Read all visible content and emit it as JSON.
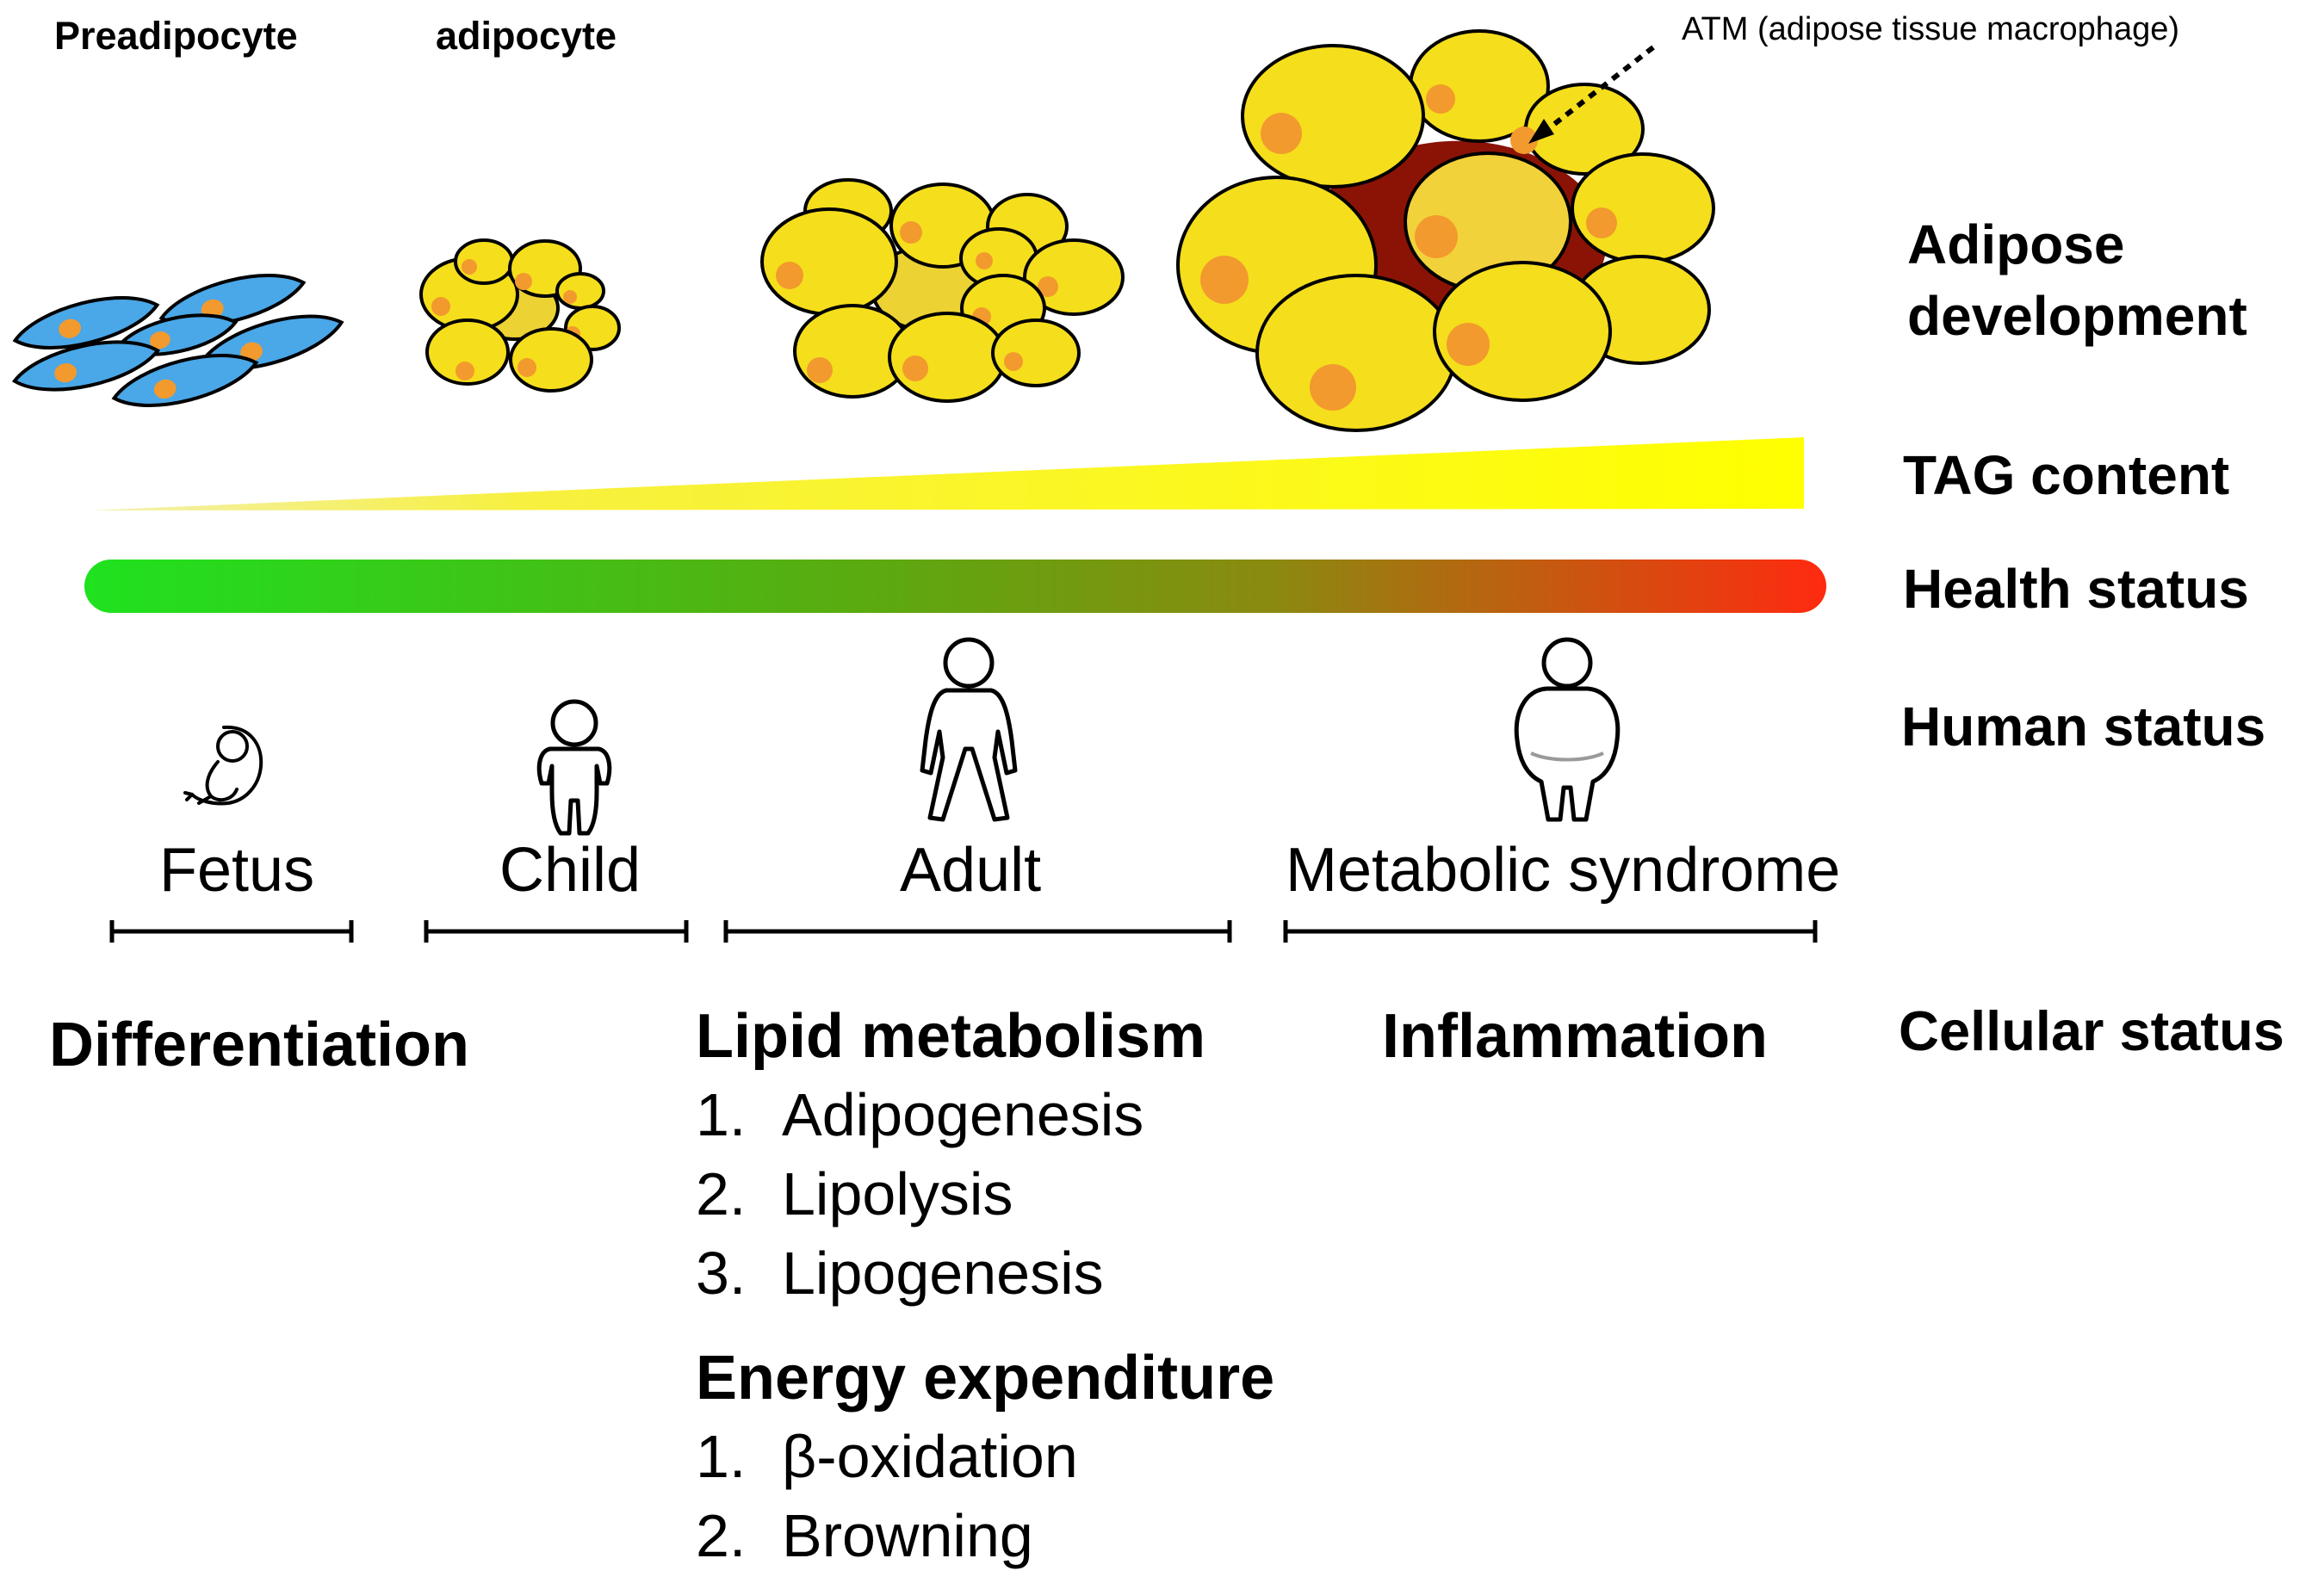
{
  "labels": {
    "preadipocyte": "Preadipocyte",
    "adipocyte": "adipocyte",
    "atm": "ATM (adipose tissue macrophage)",
    "adipose_development": [
      "Adipose",
      "development"
    ],
    "tag_content": "TAG content",
    "health_status": "Health status",
    "human_status": "Human status",
    "cellular_status": "Cellular status"
  },
  "stages": [
    "Fetus",
    "Child",
    "Adult",
    "Metabolic syndrome"
  ],
  "cellular": {
    "differentiation": "Differentiation",
    "inflammation": "Inflammation",
    "lipid_metabolism": {
      "title": "Lipid metabolism",
      "items": [
        {
          "num": "1.",
          "text": "Adipogenesis"
        },
        {
          "num": "2.",
          "text": "Lipolysis"
        },
        {
          "num": "3.",
          "text": "Lipogenesis"
        }
      ]
    },
    "energy_expenditure": {
      "title": "Energy expenditure",
      "items": [
        {
          "num": "1.",
          "text": "β-oxidation"
        },
        {
          "num": "2.",
          "text": "Browning"
        }
      ]
    }
  },
  "colors": {
    "cell_yellow": "#f5de1c",
    "nucleus_orange": "#f29a2e",
    "preadipocyte_blue": "#4aa7e8",
    "macrophage_red": "#8a1305",
    "tag_yellow": "#ffff00",
    "health_green": "#1fe21f",
    "health_red": "#ff2a10"
  }
}
